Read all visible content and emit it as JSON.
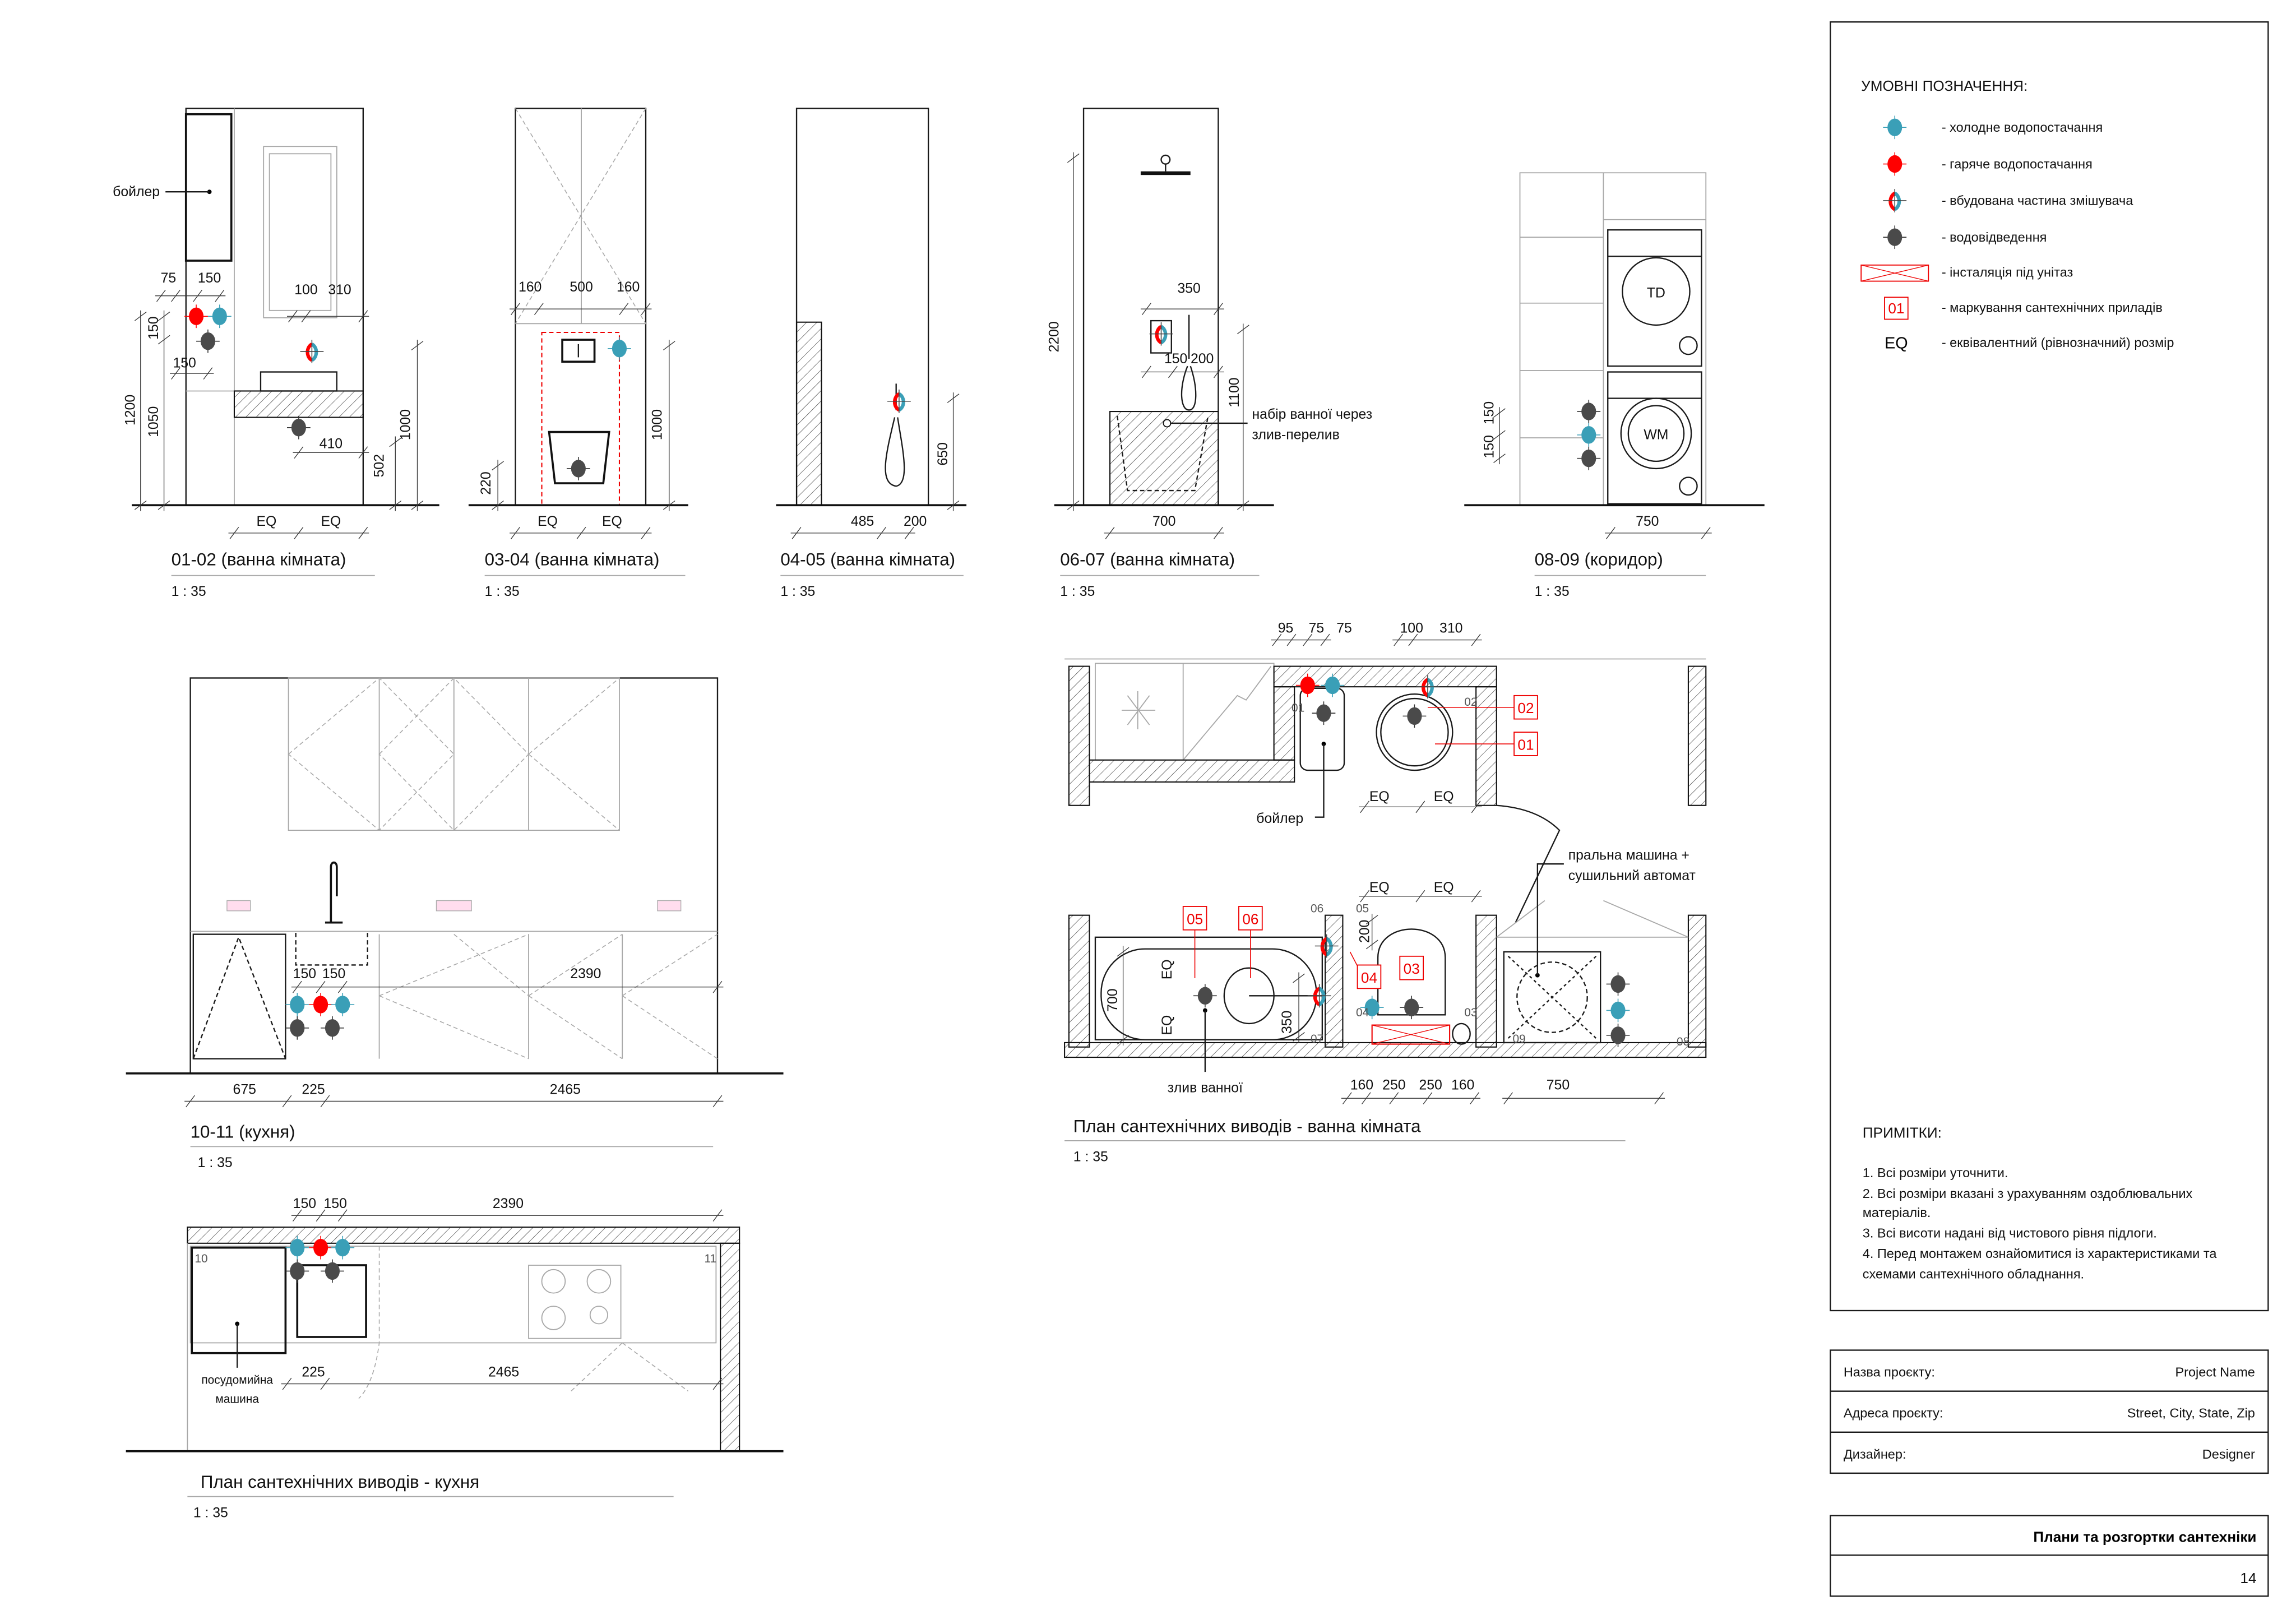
{
  "legend": {
    "title": "УМОВНІ ПОЗНАЧЕННЯ:",
    "items": [
      {
        "icon": "cold-water-icon",
        "label": "- холодне водопостачання"
      },
      {
        "icon": "hot-water-icon",
        "label": "- гаряче водопостачання"
      },
      {
        "icon": "mixer-icon",
        "label": "- вбудована частина змішувача"
      },
      {
        "icon": "drain-icon",
        "label": "- водовідведення"
      },
      {
        "icon": "toilet-installation-icon",
        "label": "- інсталяція під унітаз"
      },
      {
        "icon": "fixture-tag-icon",
        "label": "- маркування сантехнічних приладів",
        "tag": "01"
      },
      {
        "icon": "eq-icon",
        "label": "- еквівалентний (рівнозначний) розмір",
        "tag": "EQ"
      }
    ]
  },
  "colors": {
    "cold": "#3a9fb7",
    "hot": "#ff0000",
    "drain": "#4a4a4a",
    "tag": "#e00000"
  },
  "notes": {
    "title": "ПРИМІТКИ:",
    "lines": [
      "1. Всі розміри уточнити.",
      "2. Всі розміри вказані з урахуванням оздоблювальних",
      "матеріалів.",
      "3. Всі висоти надані від чистового рівня підлоги.",
      "4. Перед монтажем ознайомитися із характеристиками та",
      "схемами сантехнічного обладнання."
    ]
  },
  "info": {
    "rows": [
      {
        "label": "Назва проєкту:",
        "value": "Project Name"
      },
      {
        "label": "Адреса проєкту:",
        "value": "Street, City, State, Zip"
      },
      {
        "label": "Дизайнер:",
        "value": "Designer"
      }
    ]
  },
  "sheet": {
    "title": "Плани та розгортки сантехніки",
    "number": "14"
  },
  "el0102": {
    "title": "01-02 (ванна кімната)",
    "scale": "1 : 35",
    "boiler": "бойлер",
    "dims": [
      "75",
      "150",
      "100",
      "310",
      "150",
      "1200",
      "1050",
      "150",
      "410",
      "502",
      "1000",
      "EQ",
      "EQ"
    ]
  },
  "el0304": {
    "title": "03-04 (ванна кімната)",
    "scale": "1 : 35",
    "dims": [
      "160",
      "500",
      "160",
      "220",
      "1000",
      "EQ",
      "EQ"
    ]
  },
  "el0405": {
    "title": "04-05 (ванна кімната)",
    "scale": "1 : 35",
    "dims": [
      "485",
      "200",
      "650"
    ]
  },
  "el0607": {
    "title": "06-07 (ванна кімната)",
    "scale": "1 : 35",
    "note1": "набір ванної через",
    "note2": "злив-перелив",
    "dims": [
      "2200",
      "350",
      "150",
      "200",
      "1100",
      "700"
    ]
  },
  "el0809": {
    "title": "08-09 (коридор)",
    "scale": "1 : 35",
    "td": "TD",
    "wm": "WM",
    "dims": [
      "150",
      "150",
      "750"
    ]
  },
  "el1011": {
    "title": "10-11 (кухня)",
    "scale": "1 : 35",
    "dims": [
      "150",
      "150",
      "2390",
      "675",
      "225",
      "2465"
    ]
  },
  "kitchenPlan": {
    "title": "План сантехнічних виводів - кухня",
    "scale": "1 : 35",
    "dishwasher1": "посудомийна",
    "dishwasher2": "машина",
    "mark10": "10",
    "mark11": "11",
    "dims": [
      "150",
      "150",
      "2390",
      "225",
      "2465"
    ]
  },
  "bathPlan": {
    "title": "План сантехнічних виводів - ванна кімната",
    "scale": "1 : 35",
    "boiler": "бойлер",
    "washer1": "пральна машина +",
    "washer2": "сушильний автомат",
    "bathDrain": "злив ванної",
    "tags": [
      "02",
      "01",
      "05",
      "06",
      "04",
      "03"
    ],
    "marks": [
      "01",
      "02",
      "06",
      "05",
      "04",
      "03",
      "07",
      "09",
      "08"
    ],
    "dims": [
      "95",
      "75",
      "75",
      "100",
      "310",
      "EQ",
      "EQ",
      "EQ",
      "EQ",
      "700",
      "EQ",
      "EQ",
      "350",
      "200",
      "160",
      "250",
      "250",
      "160",
      "750"
    ]
  }
}
